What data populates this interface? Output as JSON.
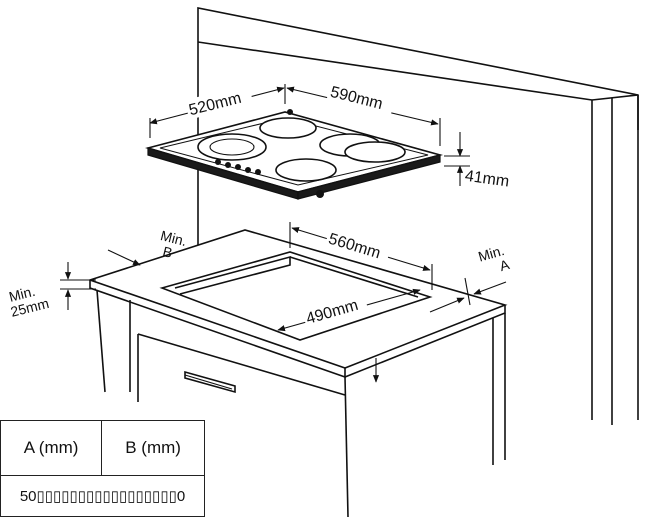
{
  "diagram": {
    "hob": {
      "depth_label": "520mm",
      "width_label": "590mm",
      "height_label": "41mm"
    },
    "cutout": {
      "width_label": "560mm",
      "depth_label": "490mm",
      "min_a_line1": "Min.",
      "min_a_line2": "A",
      "min_b_line1": "Min.",
      "min_b_line2": "B",
      "min_front_line1": "Min.",
      "min_front_line2": "25mm"
    }
  },
  "table": {
    "headers": [
      "A (mm)",
      "B (mm)"
    ],
    "row_text": "50▯▯▯▯▯▯▯▯▯▯▯▯▯▯▯▯▯0"
  }
}
